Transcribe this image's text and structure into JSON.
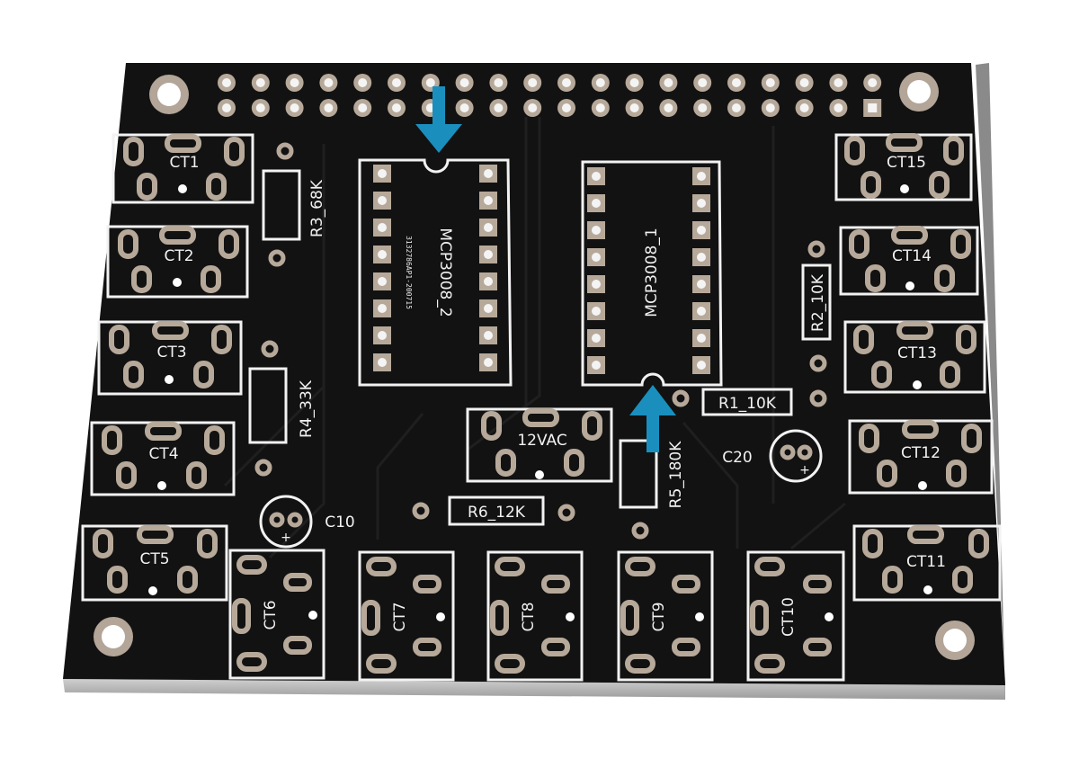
{
  "photo": {
    "background": "#ffffff",
    "board_color": "#121212",
    "silk_color": "#f2f2f2",
    "pad_color": "#b7a99a",
    "arrow_color": "#1a8fbe"
  },
  "silkscreen": {
    "ct1": "CT1",
    "ct2": "CT2",
    "ct3": "CT3",
    "ct4": "CT4",
    "ct5": "CT5",
    "ct6": "CT6",
    "ct7": "CT7",
    "ct8": "CT8",
    "ct9": "CT9",
    "ct10": "CT10",
    "ct11": "CT11",
    "ct12": "CT12",
    "ct13": "CT13",
    "ct14": "CT14",
    "ct15": "CT15",
    "r1": "R1_10K",
    "r2": "R2_10K",
    "r3": "R3_68K",
    "r4": "R4_33K",
    "r5": "R5_180K",
    "r6": "R6_12K",
    "c10": "C10",
    "c20": "C20",
    "vac": "12VAC",
    "mcp_left": "MCP3008_2",
    "mcp_left_code": "3132786AP1-200715",
    "mcp_right": "MCP3008_1"
  }
}
